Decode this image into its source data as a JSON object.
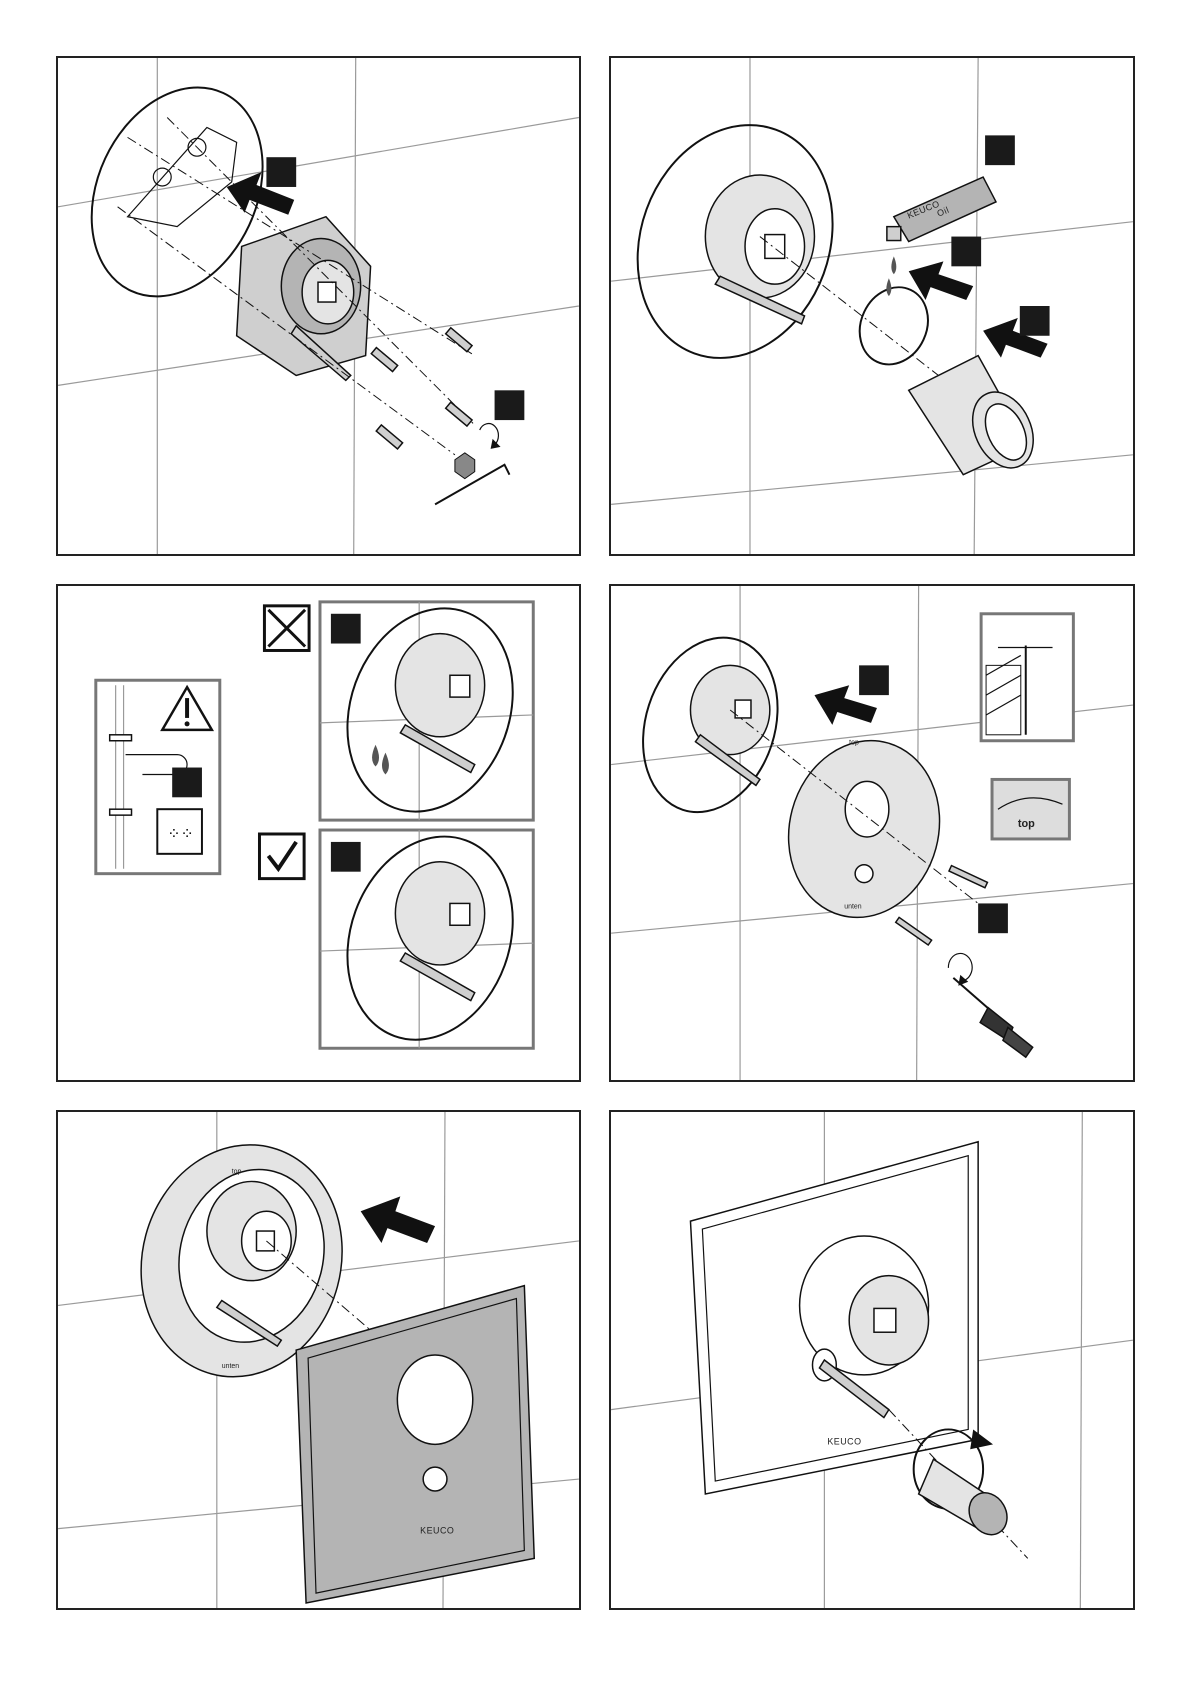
{
  "manual": {
    "brand_text": "KEUCO",
    "oil_tube_text": "Oil",
    "rosette_top_label": "top",
    "rosette_bottom_label": "unten"
  },
  "colors": {
    "badge": "#1a1a1a",
    "cover_plate": "#b4b4b4",
    "tile_lines": "#9a9a9a"
  }
}
